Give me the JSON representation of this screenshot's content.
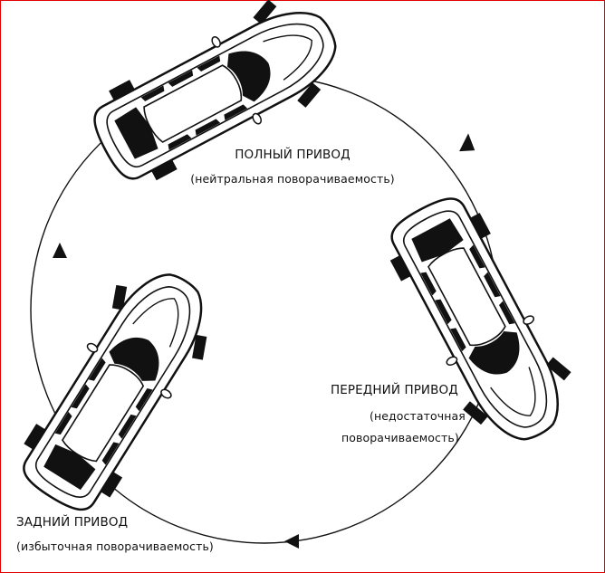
{
  "awd": {
    "title": "ПОЛНЫЙ ПРИВОД",
    "subtitle": "(нейтральная поворачиваемость)"
  },
  "fwd": {
    "title": "ПЕРЕДНИЙ ПРИВОД",
    "subtitle_line1": "(недостаточная",
    "subtitle_line2": "поворачиваемость)"
  },
  "rwd": {
    "title": "ЗАДНИЙ ПРИВОД",
    "subtitle": "(избыточная поворачиваемость)"
  },
  "colors": {
    "border": "#e00000",
    "ink": "#111111"
  }
}
